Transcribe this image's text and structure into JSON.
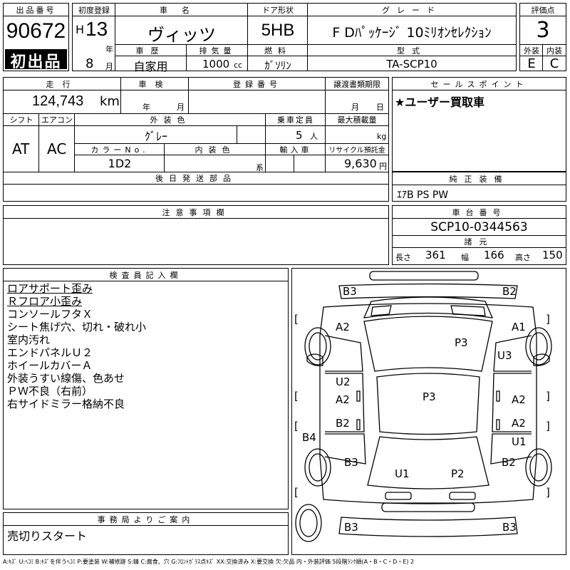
{
  "header": {
    "lot_label": "出品番号",
    "lot_number": "90672",
    "first_listing": "初出品",
    "reg_label": "初度登録",
    "era": "H",
    "year": "13",
    "year_unit": "年",
    "month": "8",
    "month_unit": "月",
    "car_name_label": "車名",
    "car_name": "ヴィッツ",
    "door_label": "ドア形状",
    "door": "5HB",
    "grade_label": "グレード",
    "grade": "F Dﾊﾟｯｹｰｼﾞ 10ﾐﾘｵﾝｾﾚｸｼｮﾝ",
    "score_label": "評価点",
    "score": "3",
    "history_label": "車歴",
    "history": "自家用",
    "displacement_label": "排気量",
    "displacement": "1000",
    "displacement_unit": "cc",
    "fuel_label": "燃料",
    "fuel": "ｶﾞｿﾘﾝ",
    "model_label": "型式",
    "model": "TA-SCP10",
    "exterior_label": "外装",
    "exterior": "E",
    "interior_label": "内装",
    "interior": "C"
  },
  "details": {
    "mileage_label": "走行",
    "mileage": "124,743",
    "mileage_unit": "km",
    "inspection_label": "車検",
    "inspection_year_unit": "年",
    "inspection_month_unit": "月",
    "plate_label": "登録番号",
    "transfer_label": "譲渡書類期限",
    "transfer_month_unit": "月",
    "transfer_day_unit": "日",
    "shift_label": "シフト",
    "shift": "AT",
    "ac_label": "エアコン",
    "ac": "AC",
    "color_label": "外装色",
    "color": "ｸﾞﾚｰ",
    "capacity_label": "乗車定員",
    "capacity": "5",
    "capacity_unit": "人",
    "load_label": "最大積載量",
    "load_unit": "kg",
    "color_no_label": "カラーNo.",
    "color_no": "1D2",
    "int_color_label": "内装色",
    "int_color_unit": "系",
    "import_label": "輸入車",
    "recycle_label": "リサイクル預託金",
    "recycle": "9,630",
    "recycle_unit": "円",
    "later_parts_label": "後日発送部品"
  },
  "sales": {
    "label": "セールスポイント",
    "text": "★ユーザー買取車"
  },
  "equipment": {
    "label": "純正装備",
    "text": "ｴｱB PS PW"
  },
  "notes": {
    "label": "注意事項欄"
  },
  "chassis": {
    "label": "車台番号",
    "number": "SCP10-0344563",
    "spec_label": "諸元",
    "length_label": "長さ",
    "length": "361",
    "width_label": "幅",
    "width": "166",
    "height_label": "高さ",
    "height": "150"
  },
  "inspector": {
    "label": "検査員記入欄",
    "lines": [
      "ロアサポート歪み",
      "Ｒフロア小歪み",
      "コンソールフタＸ",
      "シート焦げ穴、切れ・破れ小",
      "室内汚れ",
      "エンドパネルＵ２",
      "ホイールカバーＡ",
      "外装うすい線傷、色あせ",
      "ＰＷ不良（右前）",
      "右サイドミラー格納不良"
    ]
  },
  "office": {
    "label": "事務局よりご案内",
    "text": "売切りスタート"
  },
  "diagram": {
    "marks": [
      "B3",
      "B2",
      "A2",
      "A1",
      "P3",
      "U3",
      "U2",
      "A2",
      "P3",
      "A2",
      "B2",
      "A2",
      "B4",
      "U1",
      "B3",
      "B2",
      "U1",
      "P2",
      "B3",
      "B3"
    ],
    "brackets": [
      "[",
      "]",
      "[",
      "]",
      "[",
      "]",
      "[",
      "]"
    ]
  },
  "legend": "A:ｷｽﾞ U:ﾍｺﾐ B:ｷｽﾞを伴うﾍｺﾐ P:要塗装 W:補修跡 S:錆 C:腐食、穴 G:ﾌﾛﾝﾄｶﾞﾗｽ点ｷｽﾞ XX:交換済み X:要交換 欠:欠品 内・外装評価 5段階ﾗﾝｸ順(A・B・C・D・E) 2"
}
